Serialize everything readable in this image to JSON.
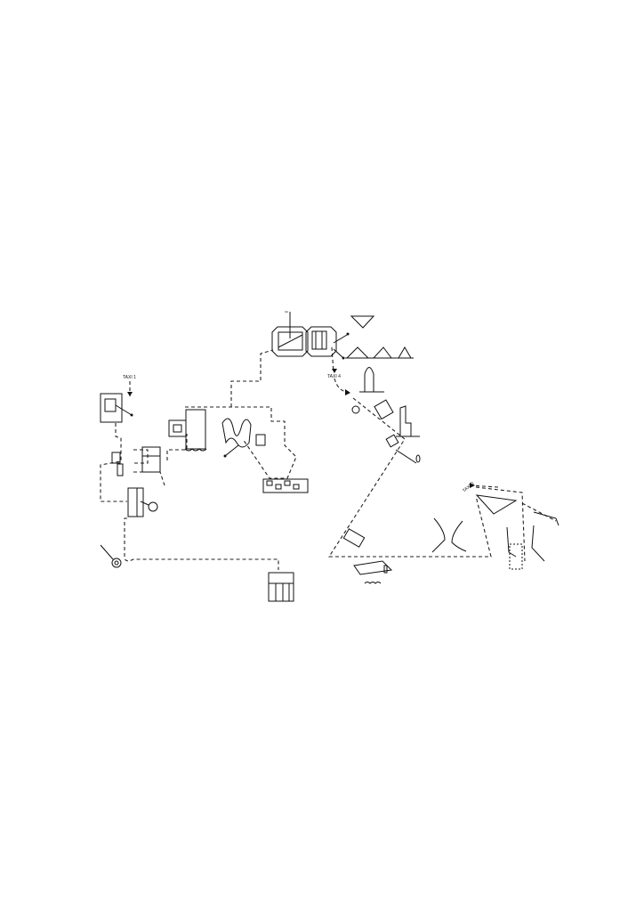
{
  "labels": {
    "taxi_left": "TAXI 1",
    "taxi_top": "TAXI 4",
    "taxi_right": "TAXI 2"
  },
  "colors": {
    "ink": "#111111",
    "paper": "#ffffff"
  }
}
